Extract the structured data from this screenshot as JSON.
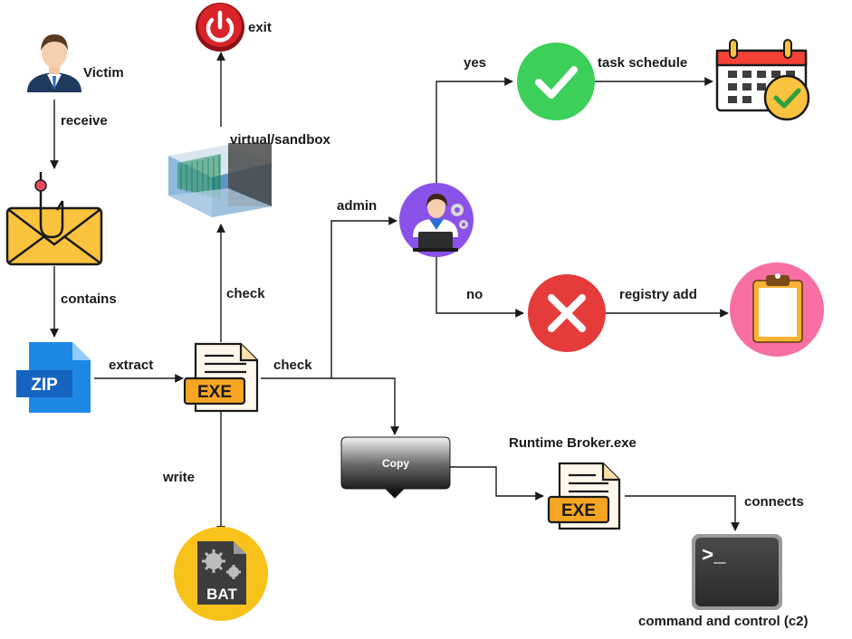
{
  "nodes": {
    "victim": "Victim",
    "exit": "exit",
    "sandbox": "virtual/sandbox",
    "zip_text": "ZIP",
    "exe_text": "EXE",
    "exe2_text": "EXE",
    "bat_text": "BAT",
    "copy": "Copy",
    "runtime": "Runtime Broker.exe",
    "task": "task schedule",
    "registry": "registry add",
    "c2": "command and control (c2)",
    "terminal_prompt": ">_"
  },
  "edges": {
    "receive": "receive",
    "contains": "contains",
    "extract": "extract",
    "check_up": "check",
    "check_right": "check",
    "write": "write",
    "admin": "admin",
    "yes": "yes",
    "no": "no",
    "connects": "connects"
  },
  "colors": {
    "arrow": "#1a1a1a",
    "green": "#3ccf5a",
    "red": "#e53b3b",
    "exe_orange": "#f6a623",
    "zip_blue": "#1e88e5",
    "admin_purple": "#8a52e8",
    "bat_yellow": "#f8c21a",
    "clipboard_pink": "#f76fa3",
    "power_red": "#d8242a"
  }
}
